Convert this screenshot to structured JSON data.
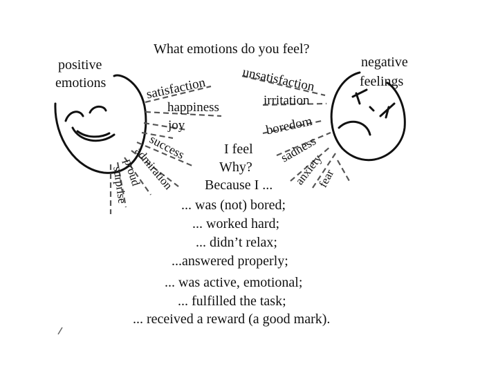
{
  "title": "What emotions do you feel?",
  "positive": {
    "heading_line1": "positive",
    "heading_line2": "emotions",
    "words": [
      "satisfaction",
      "happiness",
      "joy",
      "success",
      "admiration",
      "proud",
      "surprise"
    ]
  },
  "negative": {
    "heading_line1": "negative",
    "heading_line2": "feelings",
    "words": [
      "unsatisfaction",
      "irritation",
      "boredom",
      "sadness",
      "anxiety",
      "fear"
    ]
  },
  "center": {
    "line1": "I feel",
    "line2": "Why?",
    "line3": "Because I ...",
    "reasons": [
      "... was (not) bored;",
      "... worked hard;",
      "... didn’t relax;",
      "...answered properly;",
      "... was active, emotional;",
      "... fulfilled the task;",
      "... received a reward (a good mark)."
    ]
  },
  "colors": {
    "ink": "#111111",
    "dash": "#555555",
    "background": "#ffffff"
  },
  "icons": {
    "left_face": "smiling-face-icon",
    "right_face": "frowning-face-icon"
  }
}
